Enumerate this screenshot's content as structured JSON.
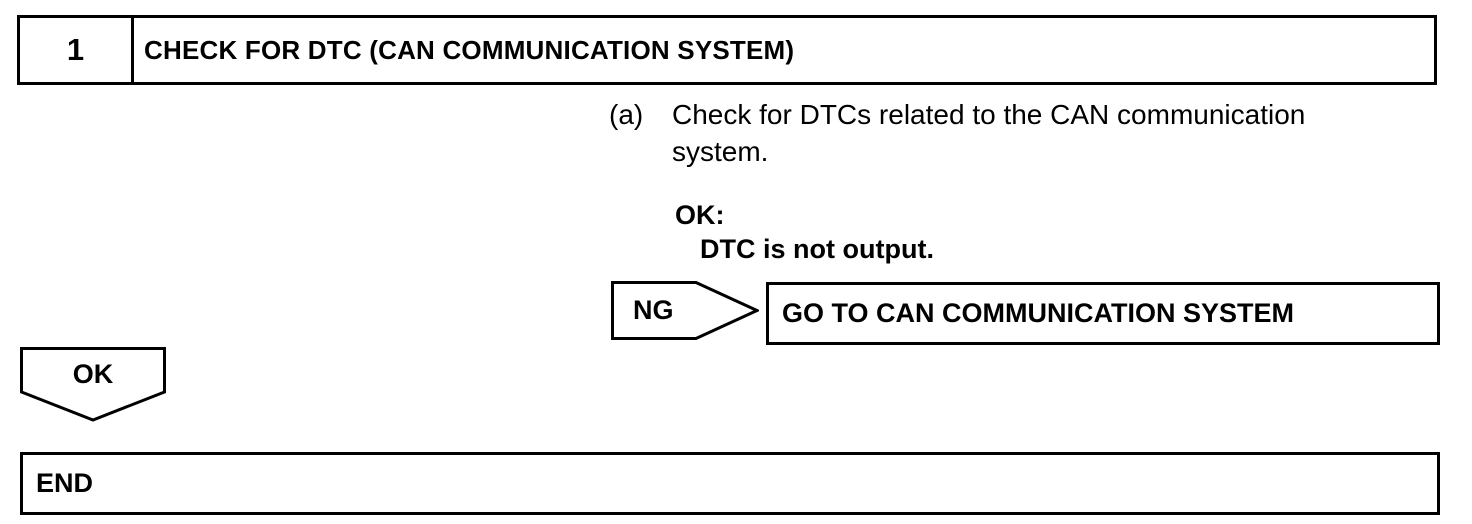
{
  "step": {
    "number": "1",
    "title": "CHECK FOR DTC (CAN COMMUNICATION SYSTEM)"
  },
  "instruction": {
    "label": "(a)",
    "text": "Check for DTCs related to the CAN communication system."
  },
  "ok_result": {
    "heading": "OK:",
    "detail": "DTC is not output."
  },
  "ng_branch": {
    "label": "NG",
    "action": "GO TO CAN COMMUNICATION SYSTEM"
  },
  "ok_branch": {
    "label": "OK"
  },
  "end": {
    "label": "END"
  }
}
